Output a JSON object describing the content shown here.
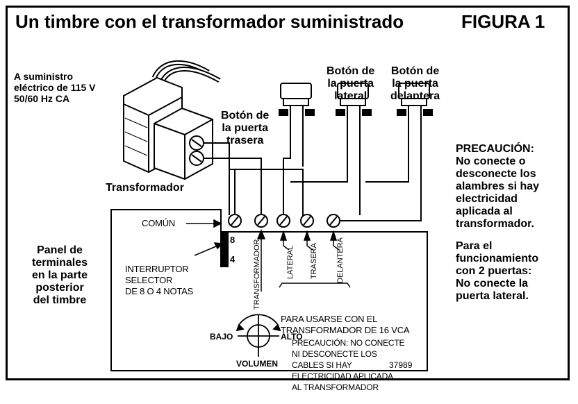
{
  "figure": {
    "title": "Un timbre con el transformador suministrado",
    "figure_label": "FIGURA 1",
    "supply_label": [
      "A suministro",
      "eléctrico de 115 V",
      "50/60 Hz CA"
    ],
    "transformer_label": "Transformador",
    "buttons": {
      "rear": [
        "Botón de",
        "la puerta",
        "trasera"
      ],
      "side": [
        "Botón de",
        "la puerta",
        "lateral"
      ],
      "front": [
        "Botón de",
        "la puerta",
        "delantera"
      ]
    },
    "caution_right": [
      "PRECAUCIÓN:",
      "No conecte o",
      "desconecte los",
      "alambres si hay",
      "electricidad",
      "aplicada al",
      "transformador."
    ],
    "two_door_note": [
      "Para el",
      "funcionamiento",
      "con 2 puertas:",
      "No conecte la",
      "puerta lateral."
    ],
    "panel_label": [
      "Panel de",
      "terminales",
      "en la parte",
      "posterior",
      "del timbre"
    ],
    "panel": {
      "comun": "COMÚN",
      "selector": [
        "INTERRUPTOR",
        "SELECTOR",
        "DE 8 O 4 NOTAS"
      ],
      "note_8": "8",
      "note_4": "4",
      "transformador": "TRANSFORMADOR",
      "lateral": "LATERAL",
      "trasera": "TRASERA",
      "delantera": "DELANTERA",
      "use_with": [
        "PARA USARSE CON EL",
        "TRANSFORMADOR DE 16 VCA"
      ],
      "caution": [
        "PRECAUCIÓN: NO CONECTE",
        "NI DESCONECTE LOS",
        "CABLES SI HAY",
        "ELECTRICIDAD APLICADA",
        "AL TRANSFORMADOR"
      ],
      "volume_label": "VOLUMEN",
      "bajo": "BAJO",
      "alto": "ALTO",
      "part_number": "37989"
    }
  }
}
